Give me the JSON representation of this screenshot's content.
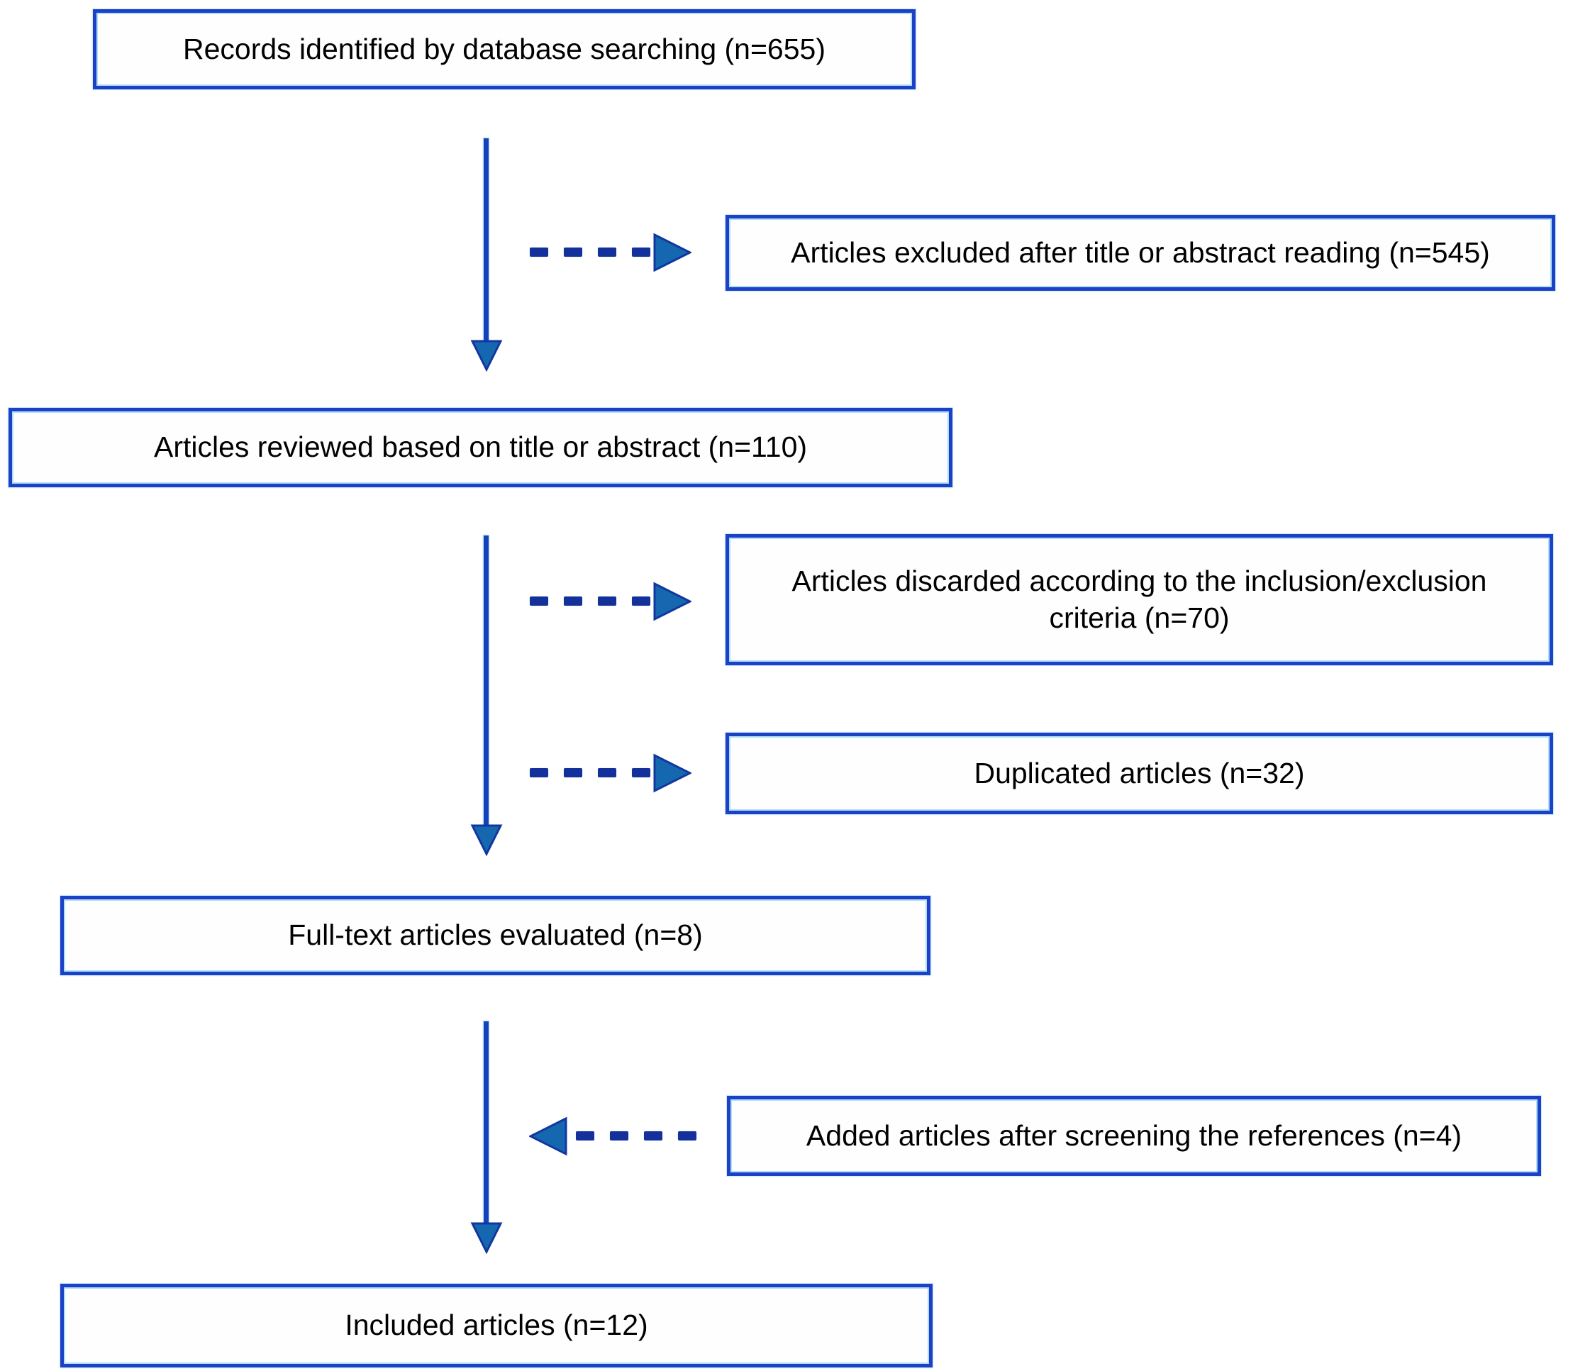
{
  "figure": {
    "type": "prisma-flowchart",
    "colors": {
      "box_border": "#1c40c6",
      "arrow_line": "#1441bd",
      "arrow_head_fill": "#1568b0",
      "arrow_head_stroke": "#11379f",
      "dash": "#14309b",
      "text": "#000000",
      "background": "#ffffff"
    },
    "boxes": {
      "identified": {
        "label": "Records identified by database searching (n=655)",
        "n": 655
      },
      "excluded": {
        "label": "Articles excluded after title or abstract reading (n=545)",
        "n": 545
      },
      "reviewed": {
        "label": "Articles reviewed based on title or abstract (n=110)",
        "n": 110
      },
      "discarded": {
        "label": "Articles discarded according to the inclusion/exclusion criteria (n=70)",
        "n": 70
      },
      "duplicated": {
        "label": "Duplicated articles (n=32)",
        "n": 32
      },
      "fulltext": {
        "label": "Full-text articles evaluated (n=8)",
        "n": 8
      },
      "added": {
        "label": "Added articles after screening the references (n=4)",
        "n": 4
      },
      "included": {
        "label": "Included articles (n=12)",
        "n": 12
      }
    }
  }
}
